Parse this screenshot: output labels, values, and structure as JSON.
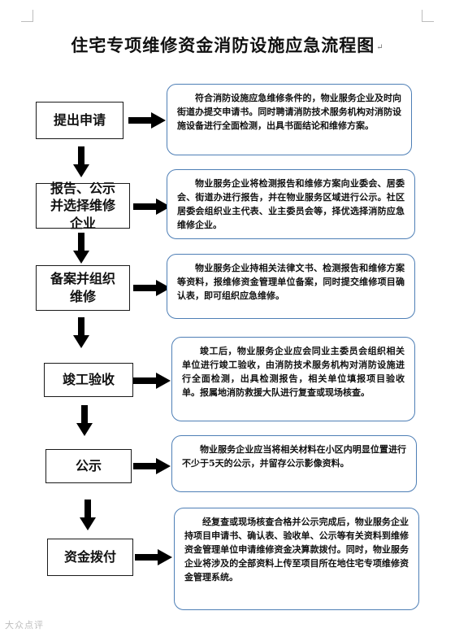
{
  "title": "住宅专项维修资金消防设施应急流程图",
  "paragraph_mark": "↵",
  "steps": [
    {
      "label": "提出申请",
      "description": "符合消防设施应急维修条件的，物业服务企业及时向街道办提交申请书。同时聘请消防技术服务机构对消防设施设备进行全面检测，出具书面结论和维修方案。"
    },
    {
      "label": "报告、公示并选择维修企业",
      "description": "物业服务企业将检测报告和维修方案向业委会、居委会、街道办进行报告，并在物业服务区域进行公示。社区居委会组织业主代表、业主委员会等，择优选择消防应急维修企业。"
    },
    {
      "label": "备案并组织维修",
      "description": "物业服务企业持相关法律文书、检测报告和维修方案等资料，报维修资金管理单位备案，同时提交维修项目确认表，即可组织应急维修。"
    },
    {
      "label": "竣工验收",
      "description": "竣工后，物业服务企业应会同业主委员会组织相关单位进行竣工验收，由消防技术服务机构对消防设施进行全面检测，出具检测报告，相关单位填报项目验收单。报属地消防救援大队进行复查或现场核查。"
    },
    {
      "label": "公示",
      "description": "物业服务企业应当将相关材料在小区内明显位置进行不少于5天的公示，并留存公示影像资料。"
    },
    {
      "label": "资金拨付",
      "description": "经复查或现场核查合格并公示完成后，物业服务企业持项目申请书、确认表、验收单、公示等有关资料到维修资金管理单位申请维修资金决算款拨付。同时，物业服务企业将涉及的全部资料上传至项目所在地住宅专项维修资金管理系统。"
    }
  ],
  "watermark": "大众点评",
  "colors": {
    "description_border": "#4e7fb6",
    "step_border": "#1a1a1a",
    "arrow": "#000000"
  }
}
